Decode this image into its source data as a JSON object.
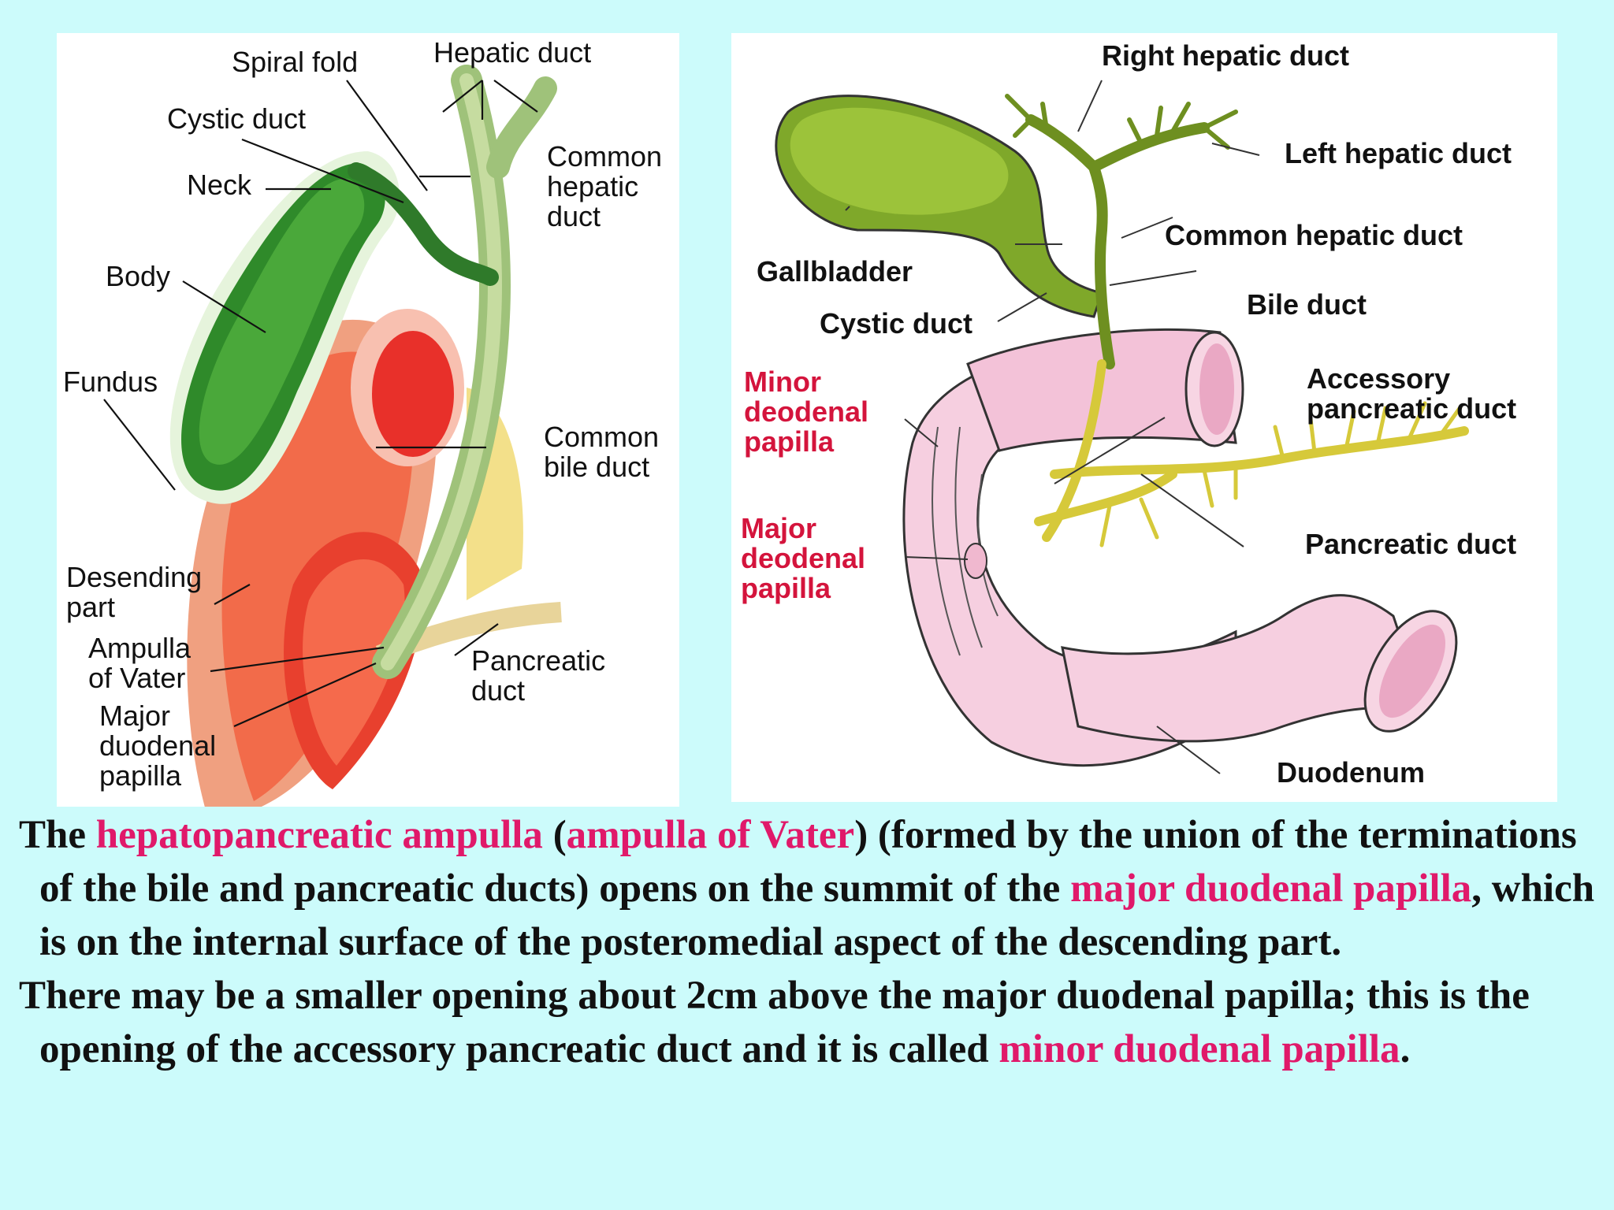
{
  "left_figure": {
    "labels": {
      "spiral_fold": "Spiral fold",
      "hepatic_duct": "Hepatic duct",
      "cystic_duct": "Cystic duct",
      "common_hepatic_duct": "Common\nhepatic\nduct",
      "neck": "Neck",
      "body": "Body",
      "fundus": "Fundus",
      "common_bile_duct": "Common\nbile duct",
      "descending_part": "Desending\npart",
      "ampulla_of_vater": "Ampulla\nof Vater",
      "pancreatic_duct": "Pancreatic\nduct",
      "major_duodenal_papilla": "Major\nduodenal\npapilla"
    }
  },
  "right_figure": {
    "labels": {
      "right_hepatic_duct": "Right hepatic duct",
      "left_hepatic_duct": "Left hepatic duct",
      "common_hepatic_duct": "Common hepatic duct",
      "gallbladder": "Gallbladder",
      "bile_duct": "Bile duct",
      "cystic_duct": "Cystic duct",
      "minor_papilla": "Minor\ndeodenal\npapilla",
      "accessory_pancreatic_duct": "Accessory\npancreatic duct",
      "major_papilla": "Major\ndeodenal\npapilla",
      "pancreatic_duct": "Pancreatic duct",
      "duodenum": "Duodenum"
    }
  },
  "caption": {
    "p1": {
      "t1": "The ",
      "h1": "hepatopancreatic ampulla",
      "t2": " (",
      "h2": "ampulla of Vater",
      "t3": ") (formed by the union of the terminations of the bile and pancreatic ducts) opens on the summit of the ",
      "h3": "major duodenal papilla",
      "t4": ", which is on the internal surface of the posteromedial aspect of the descending part."
    },
    "p2": {
      "t1": "There may be a smaller opening about 2cm above the major duodenal papilla; this is the opening of the accessory pancreatic duct and it is called ",
      "h1": "minor duodenal papilla",
      "t2": "."
    }
  },
  "colors": {
    "background": "#ccfbfb",
    "highlight": "#e0196a",
    "red_label": "#d4143c"
  }
}
